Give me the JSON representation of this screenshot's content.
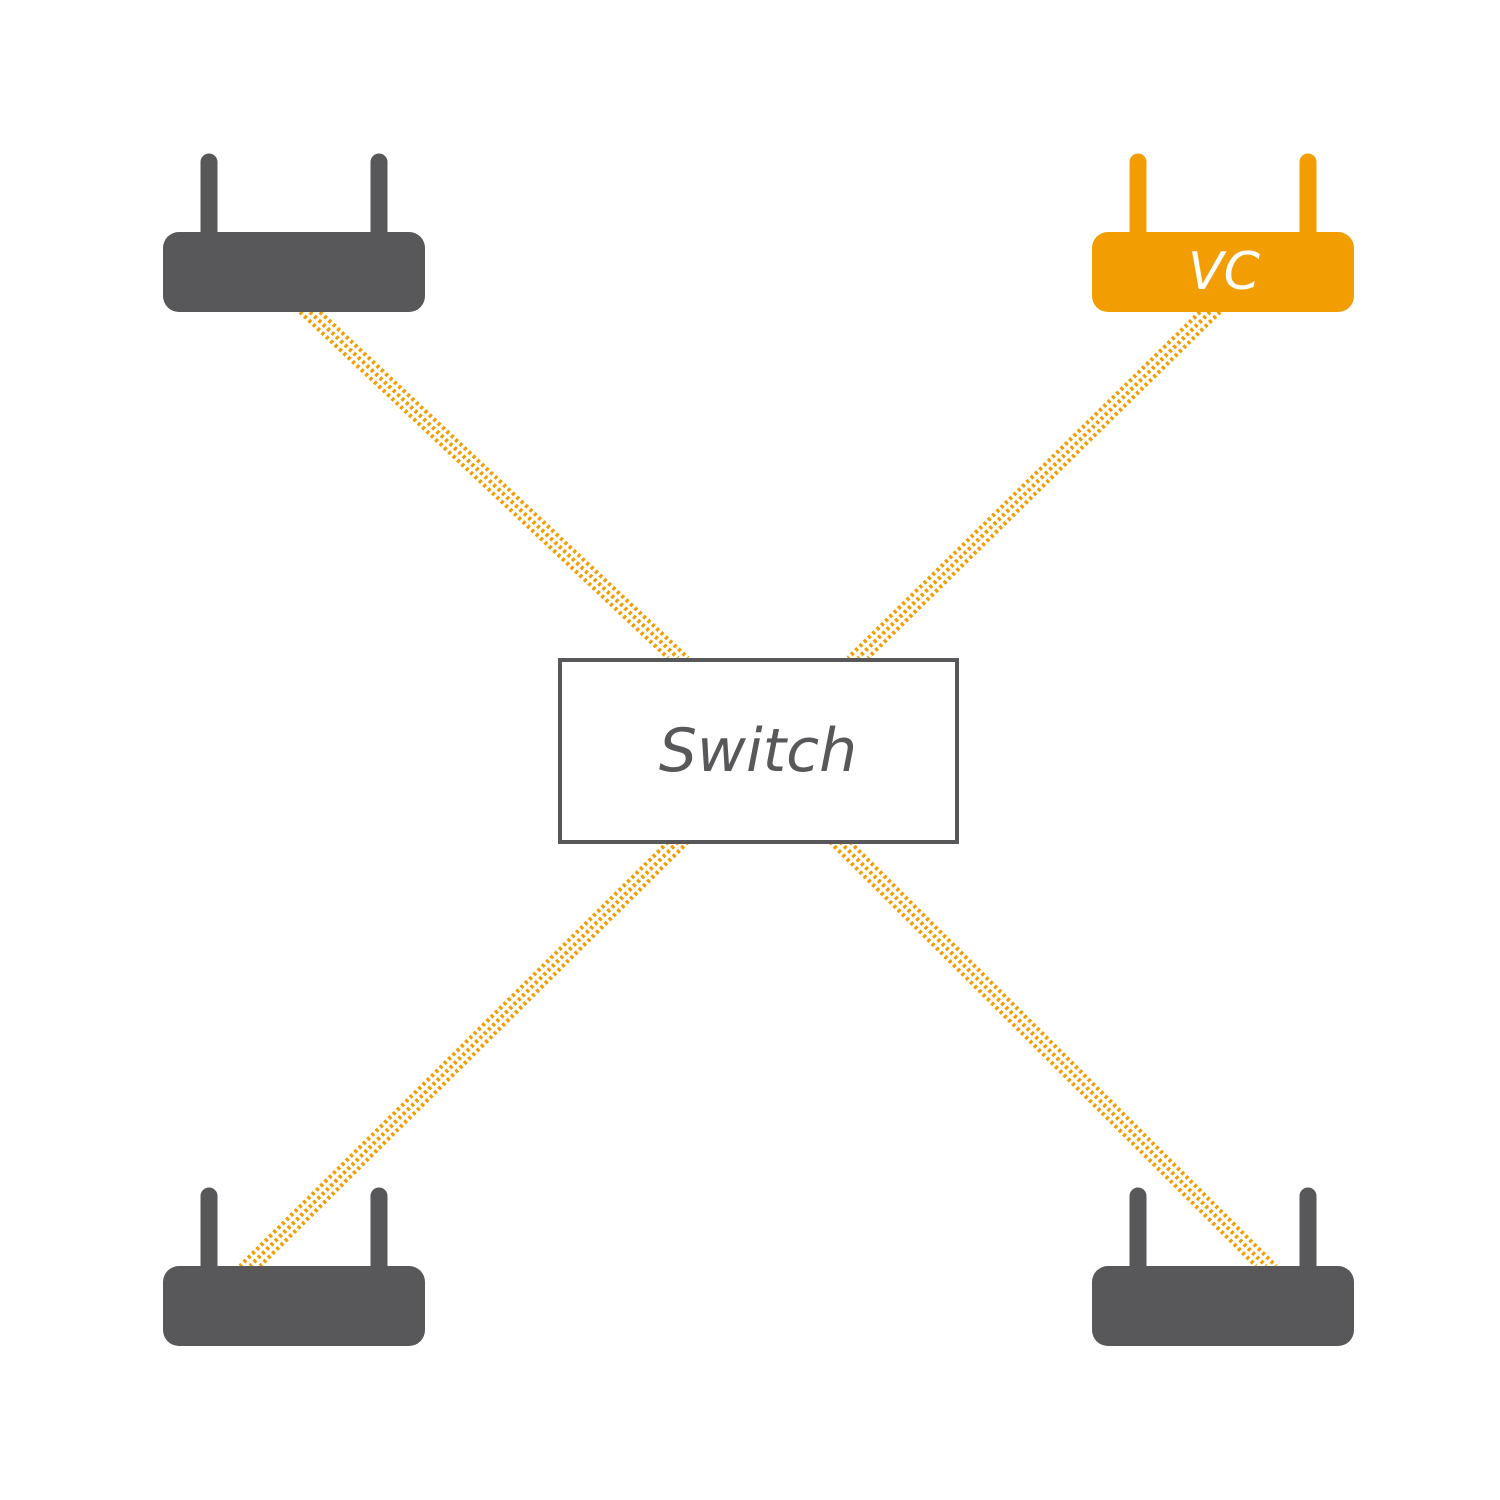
{
  "colors": {
    "background": "#ffffff",
    "device_gray": "#58585a",
    "device_accent": "#f29e02",
    "link_dots": "#f29e02",
    "switch_border": "#58585a",
    "switch_text": "#58585a",
    "vc_text": "#ffffff"
  },
  "switch": {
    "label": "Switch"
  },
  "access_points": [
    {
      "id": "ap-top-left",
      "label": "",
      "highlighted": false,
      "icon": "router-icon"
    },
    {
      "id": "ap-top-right",
      "label": "VC",
      "highlighted": true,
      "icon": "router-icon"
    },
    {
      "id": "ap-bottom-left",
      "label": "",
      "highlighted": false,
      "icon": "router-icon"
    },
    {
      "id": "ap-bottom-right",
      "label": "",
      "highlighted": false,
      "icon": "router-icon"
    }
  ],
  "links": [
    {
      "from": "ap-top-left",
      "to": "switch",
      "style": "dotted"
    },
    {
      "from": "ap-top-right",
      "to": "switch",
      "style": "dotted"
    },
    {
      "from": "ap-bottom-left",
      "to": "switch",
      "style": "dotted"
    },
    {
      "from": "ap-bottom-right",
      "to": "switch",
      "style": "dotted"
    }
  ]
}
